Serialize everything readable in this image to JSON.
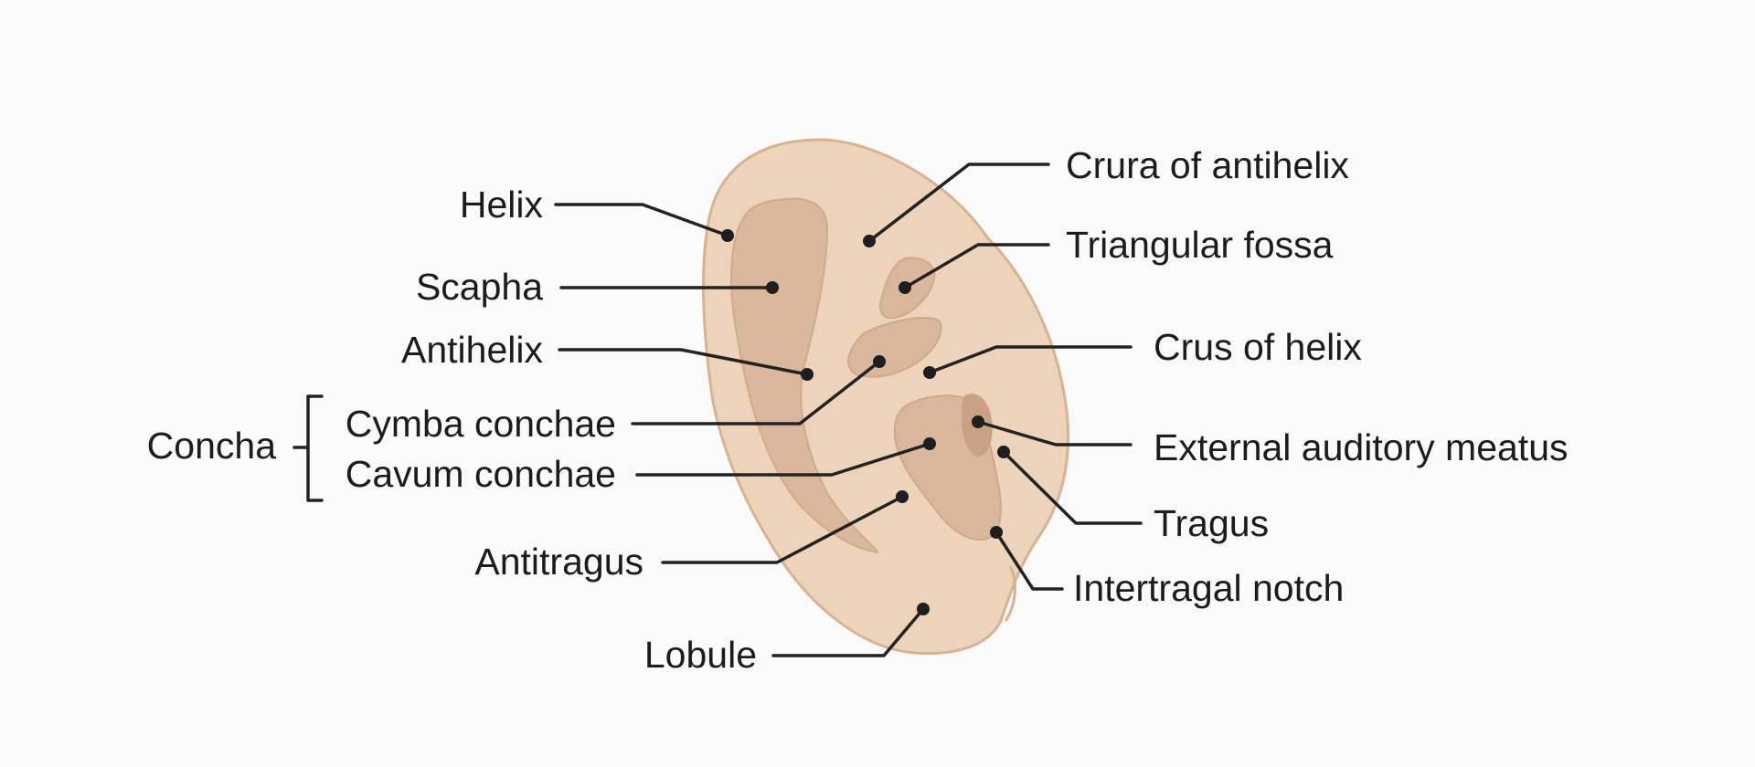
{
  "labels": {
    "helix": "Helix",
    "scapha": "Scapha",
    "antihelix": "Antihelix",
    "concha": "Concha",
    "cymba_conchae": "Cymba conchae",
    "cavum_conchae": "Cavum conchae",
    "antitragus": "Antitragus",
    "lobule": "Lobule",
    "crura_of_antihelix": "Crura of antihelix",
    "triangular_fossa": "Triangular fossa",
    "crus_of_helix": "Crus of helix",
    "external_auditory_meatus": "External auditory meatus",
    "tragus": "Tragus",
    "intertragal_notch": "Intertragal notch"
  },
  "colors": {
    "background": "#fafafa",
    "ear_skin": "#ecd3b9",
    "ear_outline": "#d6b393",
    "ear_shadow": "#d8b79d",
    "ear_deep": "#c9a285",
    "label_text": "#1c1c1c",
    "leader_line": "#222222"
  }
}
